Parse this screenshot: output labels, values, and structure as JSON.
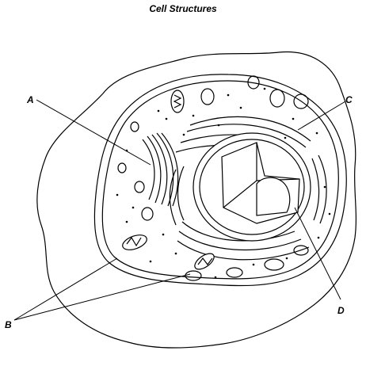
{
  "title": "Cell Structures",
  "labels": {
    "a": "A",
    "b": "B",
    "c": "C",
    "d": "D"
  }
}
